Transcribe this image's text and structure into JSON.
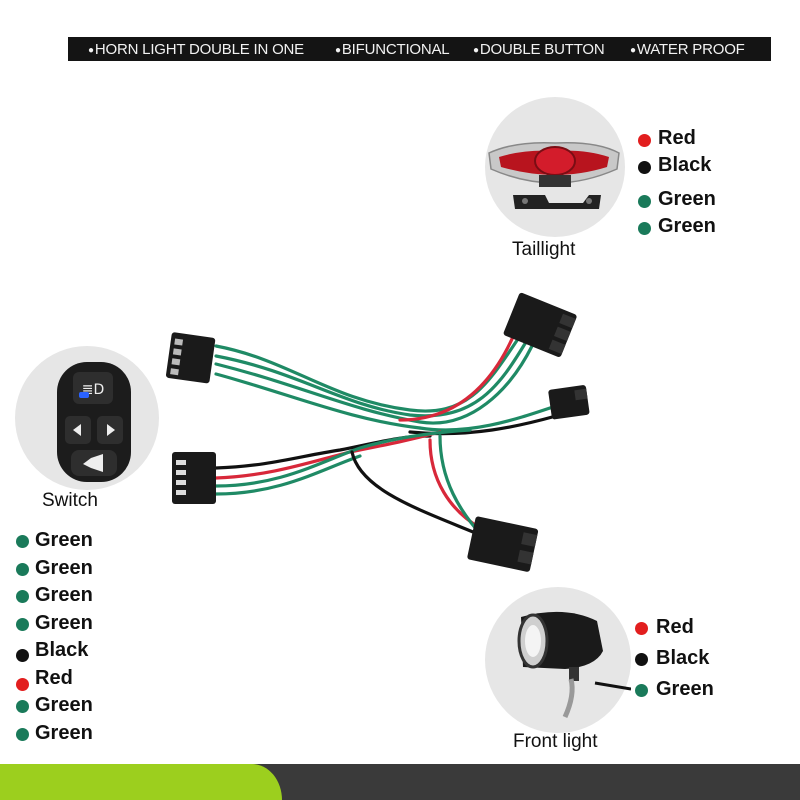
{
  "banner": {
    "features": [
      "HORN LIGHT DOUBLE IN ONE",
      "BIFUNCTIONAL",
      "DOUBLE BUTTON",
      "WATER PROOF"
    ]
  },
  "taillight": {
    "label": "Taillight",
    "wires": [
      {
        "label": "Red",
        "color": "#e21e1e"
      },
      {
        "label": "Black",
        "color": "#111111"
      },
      {
        "label": "Green",
        "color": "#1a7a5a"
      },
      {
        "label": "Green",
        "color": "#1a7a5a"
      }
    ]
  },
  "switch": {
    "label": "Switch",
    "wires": [
      {
        "label": "Green",
        "color": "#1a7a5a"
      },
      {
        "label": "Green",
        "color": "#1a7a5a"
      },
      {
        "label": "Green",
        "color": "#1a7a5a"
      },
      {
        "label": "Green",
        "color": "#1a7a5a"
      },
      {
        "label": "Black",
        "color": "#111111"
      },
      {
        "label": "Red",
        "color": "#e21e1e"
      },
      {
        "label": "Green",
        "color": "#1a7a5a"
      },
      {
        "label": "Green",
        "color": "#1a7a5a"
      }
    ]
  },
  "front_light": {
    "label": "Front light",
    "wires": [
      {
        "label": "Red",
        "color": "#e21e1e"
      },
      {
        "label": "Black",
        "color": "#111111"
      },
      {
        "label": "Green",
        "color": "#1a7a5a"
      }
    ]
  },
  "colors": {
    "wire_green": "#1f8a65",
    "wire_red": "#d8283a",
    "wire_black": "#111111",
    "footer_green": "#9ccf1e",
    "footer_gray": "#3a3a3a"
  }
}
